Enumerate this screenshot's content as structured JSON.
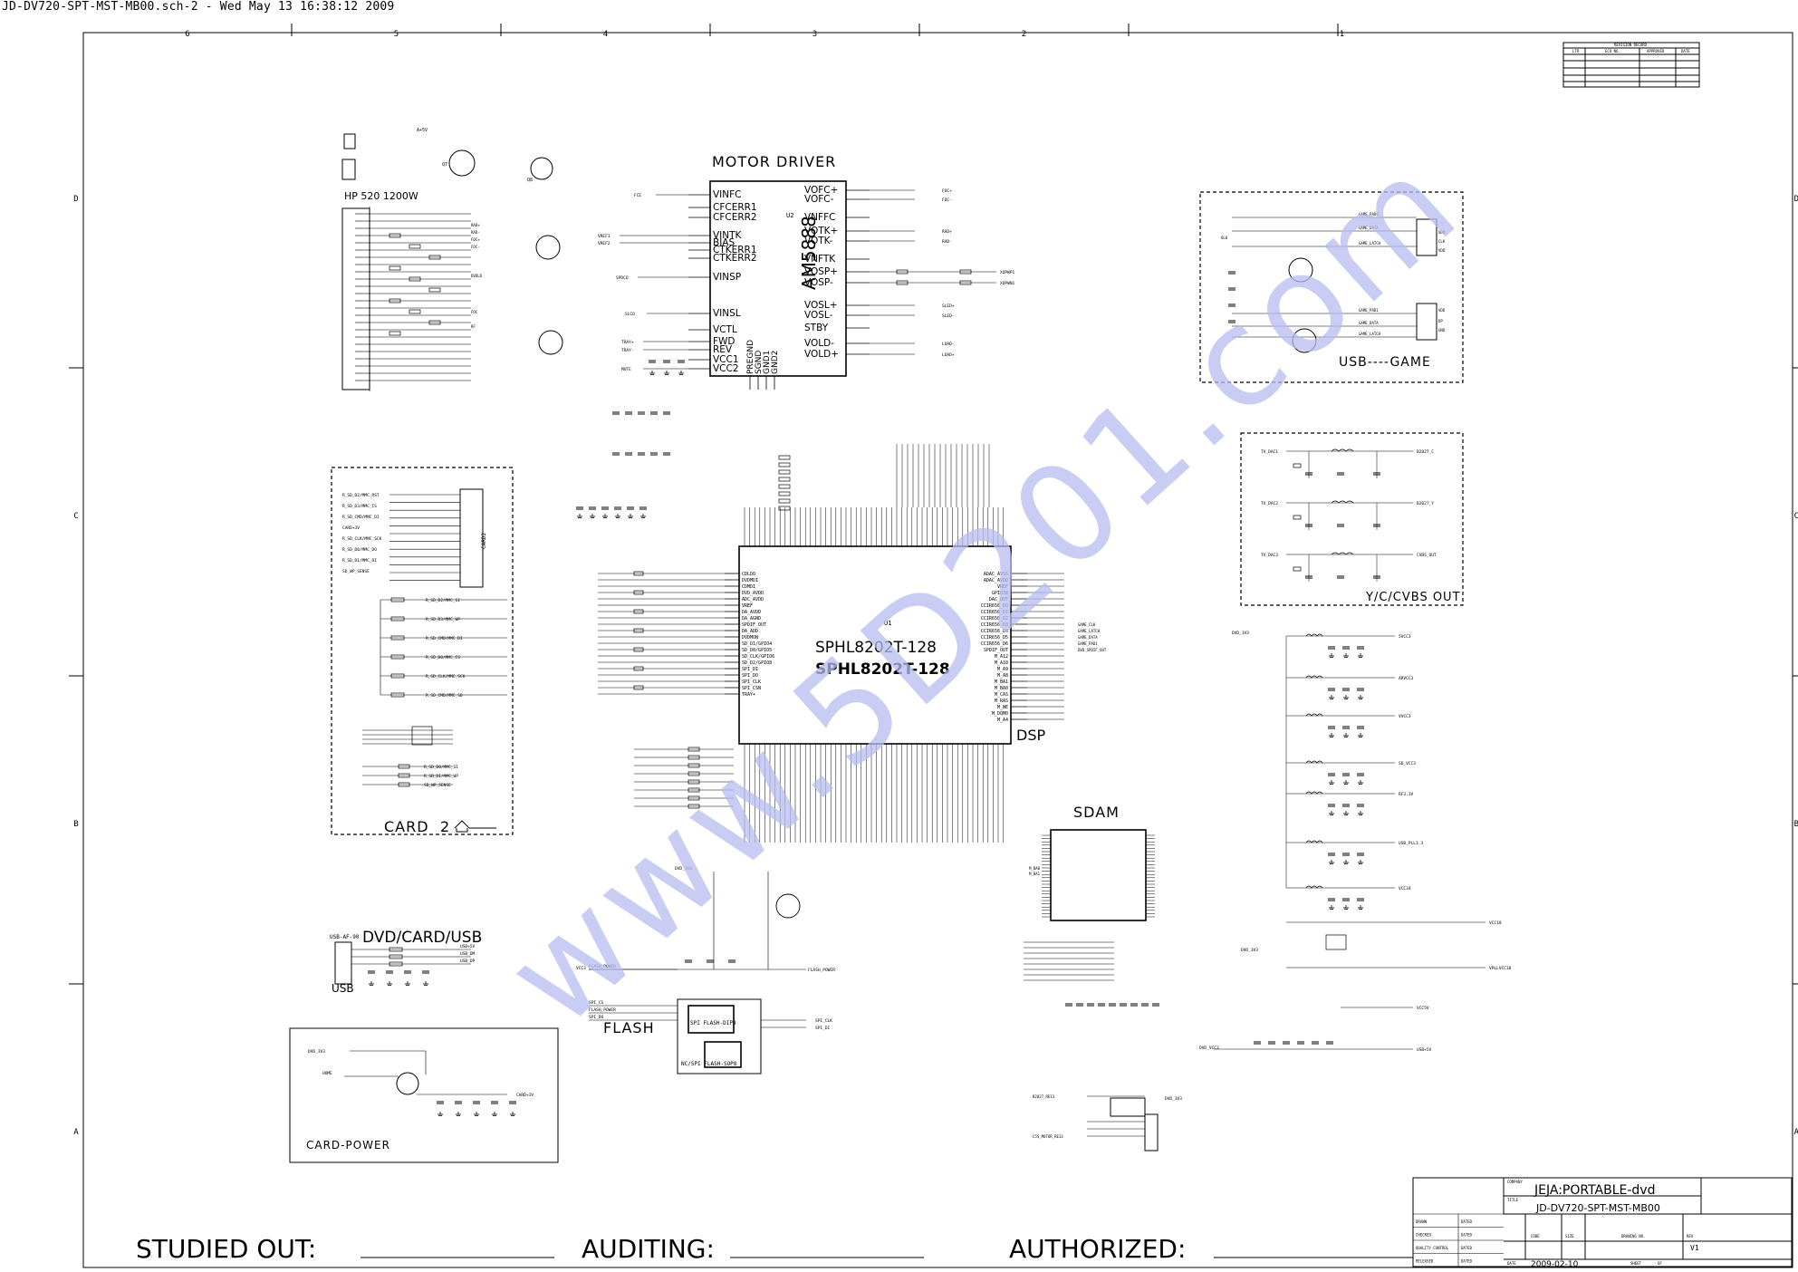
{
  "header": "JD-DV720-SPT-MST-MB00.sch-2 - Wed May 13 16:38:12 2009",
  "frame": {
    "columns": [
      "6",
      "5",
      "4",
      "3",
      "2",
      "1"
    ],
    "rows": [
      "D",
      "C",
      "B",
      "A"
    ]
  },
  "blocks": {
    "motor_driver": "MOTOR DRIVER",
    "motor_chip": "AM5888",
    "motor_chip_ref": "U2",
    "motor_left_pins": [
      "VINFC",
      "CFCERR1",
      "CFCERR2",
      "VINTK",
      "BIAS",
      "CTKERR1",
      "CTKERR2",
      "VINSP",
      "VINSL",
      "VCTL",
      "FWD",
      "REV",
      "VCC1",
      "VCC2"
    ],
    "motor_right_pins": [
      "VOFC+",
      "VOFC-",
      "VNFFC",
      "VOTK+",
      "VOTK-",
      "VNFTK",
      "VOSP+",
      "VOSP-",
      "VOSL+",
      "VOSL-",
      "STBY",
      "VOLD-",
      "VOLD+"
    ],
    "motor_bottom_pins": [
      "PREGND",
      "SGND",
      "GND1",
      "GND2"
    ],
    "hp_label": "HP 520 1200W",
    "dsp_chip": "SPHL8202T-128",
    "dsp_chip_bold": "SPHL8202T-128",
    "dsp_ref": "U1",
    "dsp_label": "DSP",
    "dsp_left_pins": [
      "CDLDO",
      "DVDMDI",
      "CDMDI",
      "DVD_AVDD",
      "ADC_AVDD",
      "VREF",
      "DA_AVDD",
      "DA_AGND",
      "SPDIF_OUT",
      "DA_ADD",
      "DVDMON",
      "SD_D1/GPIO4",
      "SD_D0/GPIO5",
      "SD_CLK/GPIO6",
      "SD_D2/GPIO8",
      "SPI_DI",
      "SPI_DO",
      "SPI_CLK",
      "SPI_CSN",
      "TRAY+"
    ],
    "dsp_right_pins": [
      "ADAC_AVSS",
      "ADAC_AVDD",
      "VREF",
      "GPIO38",
      "DAC_OUT",
      "CCIR656_D0",
      "CCIR656_D1",
      "CCIR656_D2",
      "CCIR656_D3",
      "CCIR656_D4",
      "CCIR656_D5",
      "CCIR656_D6",
      "SPDIF_OUT",
      "M_A12",
      "M_A10",
      "M_A9",
      "M_A8",
      "M_BA1",
      "M_BA0",
      "M_CAS",
      "M_RAS",
      "M_WE",
      "M_DQM0",
      "M_A4"
    ],
    "card_label": "CARD",
    "card_number": "2",
    "usb_game": "USB----GAME",
    "ycvbs": "Y/C/CVBS OUT",
    "sdam": "SDAM",
    "dvd_card_usb": "DVD/CARD/USB",
    "usb": "USB",
    "flash": "FLASH",
    "spi_flash_dip": "SPI FLASH-DIP8",
    "spi_flash_sop": "NC/SPI FLASH-SOP8",
    "card_power": "CARD-POWER",
    "usb_af": "USB-AF-90"
  },
  "nets": [
    "DVD_3V3",
    "CARD+3V",
    "VCC3",
    "SD_VCC3",
    "FLASH_POWER",
    "DVD_VCC3",
    "RF3.3V",
    "5VCC",
    "USB+5V",
    "VCC5V",
    "LOAD+",
    "LOAD-",
    "SLED+",
    "SLED-",
    "FOC+",
    "FOC-",
    "RAD+",
    "RAD-",
    "HOME",
    "GAME_CLK",
    "GAME_DATA",
    "GAME_LATCH",
    "TV_DAC1",
    "TV_DAC2",
    "TV_DAC3",
    "B2027_C",
    "B2027_Y",
    "CVBS_OUT",
    "AV_MUTE",
    "SPI_CLK",
    "SPI_DI"
  ],
  "title_block": {
    "studied": "STUDIED OUT:",
    "auditing": "AUDITING:",
    "authorized": "AUTHORIZED:",
    "company": "JEJA:PORTABLE-dvd",
    "drawing": "JD-DV720-SPT-MST-MB00",
    "date": "2009-02-10",
    "rev": "V1",
    "labels": [
      "DRAWN",
      "CHECKED",
      "QUALITY CONTROL",
      "RELEASED"
    ],
    "dated": [
      "DATED",
      "DATED",
      "DATED",
      "DATED"
    ],
    "code_hdr": "CODE",
    "size_hdr": "SIZE",
    "drawing_no_hdr": "DRAWING NO.",
    "rev_hdr": "REV",
    "sheet": "SHEET",
    "of": "OF",
    "date_hdr": "DATE",
    "company_hdr": "COMPANY",
    "title_hdr": "TITLE"
  },
  "revision_record": {
    "title": "REVISION RECORD",
    "cols": [
      "LTR",
      "ECO NO.",
      "APPROVED",
      "DATE"
    ]
  },
  "watermark": "www.5D201.com"
}
